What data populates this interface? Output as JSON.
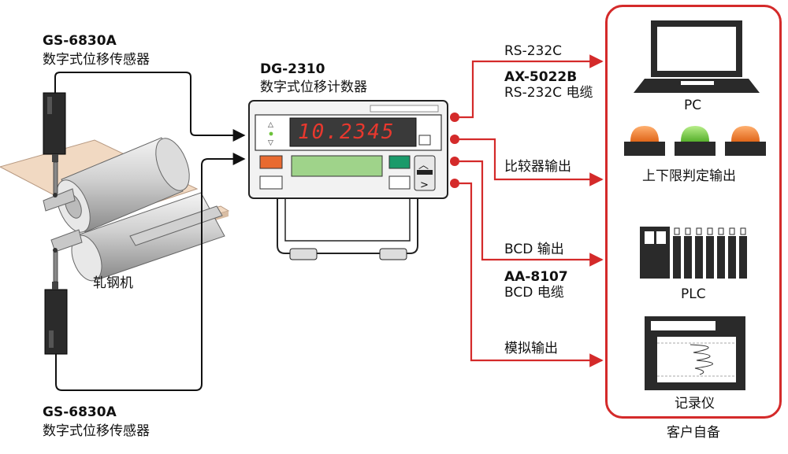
{
  "sensor_top": {
    "model": "GS-6830A",
    "desc": "数字式位移传感器"
  },
  "sensor_bottom": {
    "model": "GS-6830A",
    "desc": "数字式位移传感器"
  },
  "counter": {
    "model": "DG-2310",
    "desc": "数字式位移计数器",
    "display_value": "10.2345"
  },
  "rolling_mill_label": "轧钢机",
  "outputs": {
    "rs232c": "RS-232C",
    "rs232c_cable_model": "AX-5022B",
    "rs232c_cable": "RS-232C 电缆",
    "comparator": "比较器输出",
    "bcd": "BCD 输出",
    "bcd_cable_model": "AA-8107",
    "bcd_cable": "BCD 电缆",
    "analog": "模拟输出"
  },
  "customer": {
    "pc": "PC",
    "limit_lights": "上下限判定输出",
    "plc": "PLC",
    "recorder": "记录仪",
    "footer": "客户自备"
  },
  "colors": {
    "line_red": "#d42a2a",
    "lamp_orange": "#f07a20",
    "lamp_green": "#6cc23a",
    "display_red": "#e8382e"
  }
}
